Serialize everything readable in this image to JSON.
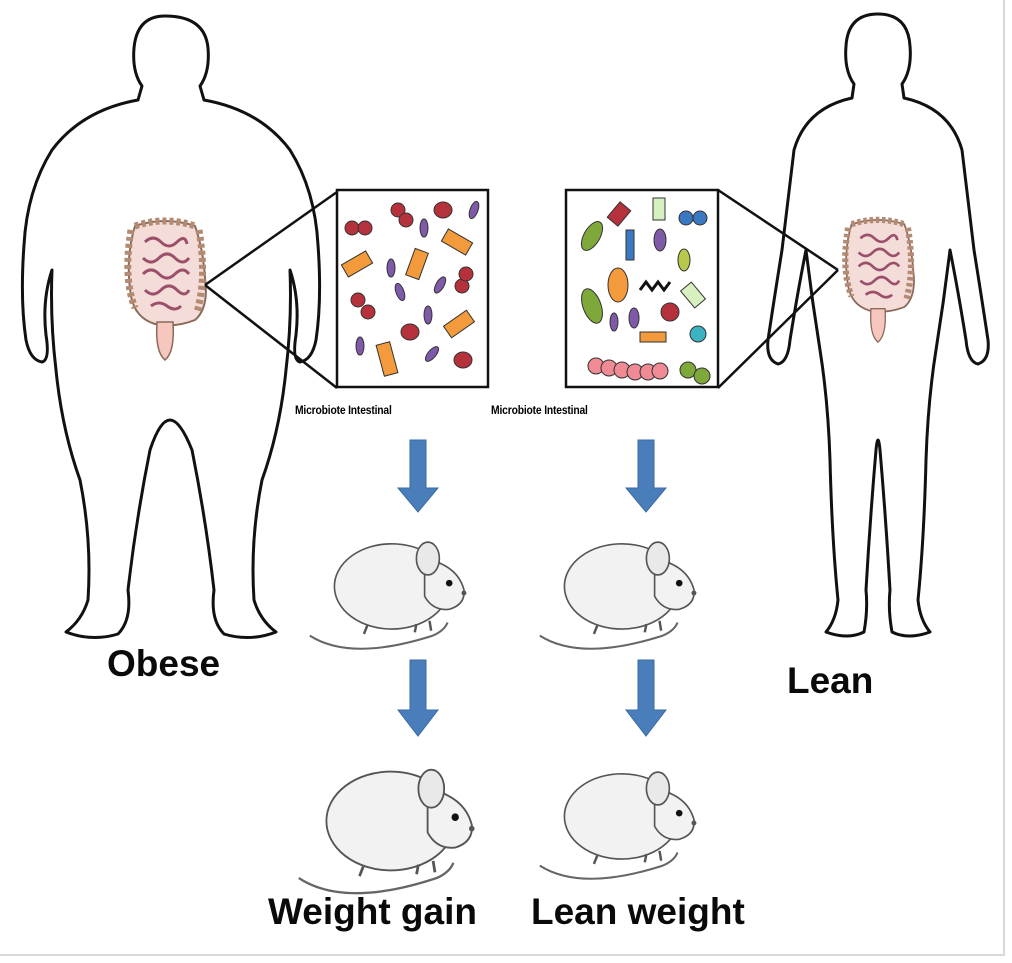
{
  "labels": {
    "left_person": "Obese",
    "right_person": "Lean",
    "left_panel_caption": "Microbiote Intestinal",
    "right_panel_caption": "Microbiote Intestinal",
    "left_outcome": "Weight gain",
    "right_outcome": "Lean weight"
  },
  "colors": {
    "outline": "#111111",
    "arrow": "#4a7ebb",
    "intestine": "#e8b9bf",
    "bacteria_red": "#b5323c",
    "bacteria_orange": "#f39a3c",
    "bacteria_purple": "#7f5aa8",
    "bacteria_green": "#7fa83a",
    "bacteria_blue": "#3b78c2",
    "mouse_body": "#f2f2f2"
  }
}
